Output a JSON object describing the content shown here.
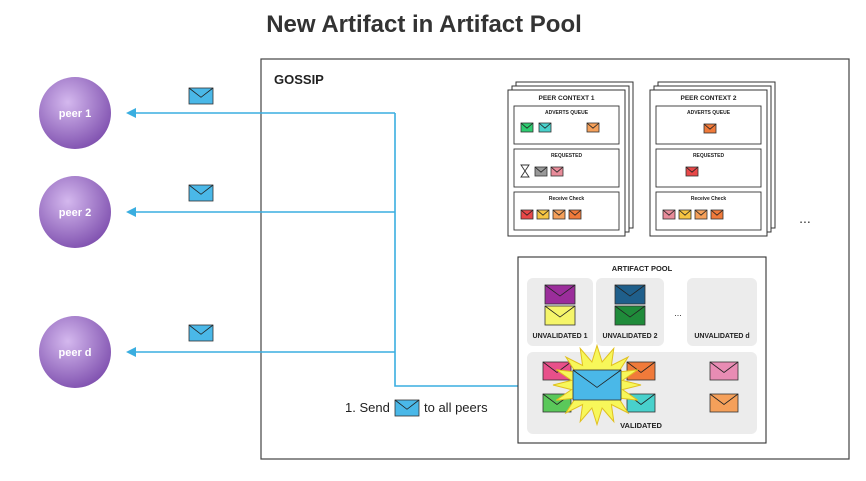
{
  "title": "New Artifact in Artifact Pool",
  "gossip": {
    "label": "GOSSIP"
  },
  "peers": [
    {
      "label": "peer 1"
    },
    {
      "label": "peer 2"
    },
    {
      "label": "peer d"
    }
  ],
  "peer_contexts": [
    {
      "title": "PEER CONTEXT 1",
      "adverts_label": "ADVERTS QUEUE",
      "requested_label": "REQUESTED",
      "receive_label": "Receive Check",
      "adverts": [
        "#2ecc71",
        "#48d1cc",
        "#f5a05a"
      ],
      "requested": [
        "#999999",
        "#e88c9a"
      ],
      "receive": [
        "#e84848",
        "#f5c542",
        "#f5a05a",
        "#f07a3a"
      ]
    },
    {
      "title": "PEER CONTEXT 2",
      "adverts_label": "ADVERTS QUEUE",
      "requested_label": "REQUESTED",
      "receive_label": "Receive Check",
      "adverts": [
        "#f07a3a"
      ],
      "requested": [
        "#e84848"
      ],
      "receive": [
        "#e88c9a",
        "#f5c542",
        "#f5a05a",
        "#f07a3a"
      ]
    }
  ],
  "more_contexts": "...",
  "artifact_pool": {
    "title": "ARTIFACT POOL",
    "unvalidated": [
      {
        "label": "UNVALIDATED 1",
        "colors": [
          "#9b2d9b",
          "#f5f56a"
        ]
      },
      {
        "label": "UNVALIDATED 2",
        "colors": [
          "#1f5f8b",
          "#1f8b3a"
        ]
      },
      {
        "label": "UNVALIDATED d",
        "colors": []
      }
    ],
    "ellipsis": "...",
    "validated_label": "VALIDATED"
  },
  "caption": {
    "before": "1. Send",
    "after": "to all peers"
  },
  "colors": {
    "peer": "#9b6cc4",
    "line": "#3aaee0",
    "envelope": "#4ab8e8",
    "star": "#f7f75a"
  }
}
